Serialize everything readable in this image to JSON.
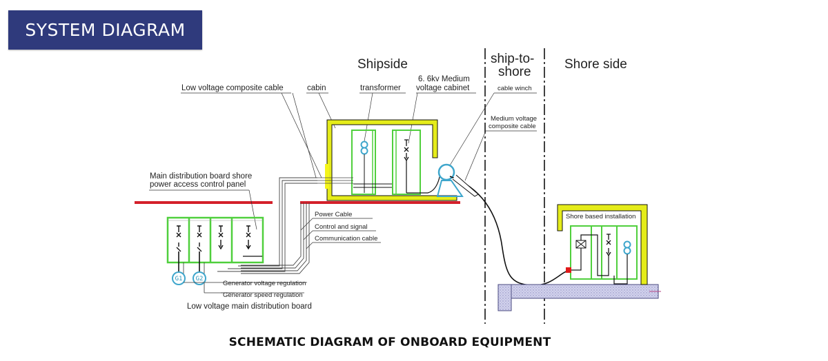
{
  "header": {
    "title": "SYSTEM DIAGRAM"
  },
  "sections": {
    "shipside": "Shipside",
    "ship_to_shore_line1": "ship-to-",
    "ship_to_shore_line2": "shore",
    "shore_side": "Shore side"
  },
  "labels": {
    "low_voltage_composite_cable": "Low voltage composite cable",
    "cabin": "cabin",
    "transformer": "transformer",
    "medium_voltage_cabinet_line1": "6. 6kv Medium",
    "medium_voltage_cabinet_line2": "voltage cabinet",
    "cable_winch": "cable winch",
    "medium_voltage_composite_cable_line1": "Medium voltage",
    "medium_voltage_composite_cable_line2": "composite cable",
    "main_distribution_board_line1": "Main distribution board shore",
    "main_distribution_board_line2": "power access control panel",
    "power_cable": "Power Cable",
    "control_and_signal": "Control and signal",
    "communication_cable": "Communication cable",
    "generator_voltage_regulation": "Generator voltage regulation",
    "generator_speed_regulation": "Generator speed regulation",
    "low_voltage_main_distribution_board": "Low voltage main distribution board",
    "shore_based_installation": "Shore based installation",
    "g1": "G1",
    "g2": "G2"
  },
  "caption": "SCHEMATIC DIAGRAM OF ONBOARD EQUIPMENT",
  "colors": {
    "badge_bg": "#2f3a7c",
    "cabin_yellow": "#e5ec1a",
    "panel_green": "#4fcf3c",
    "deck_red": "#d4202a",
    "symbol_blue": "#3ea6cc",
    "quay_fill": "#c6c6e4"
  }
}
